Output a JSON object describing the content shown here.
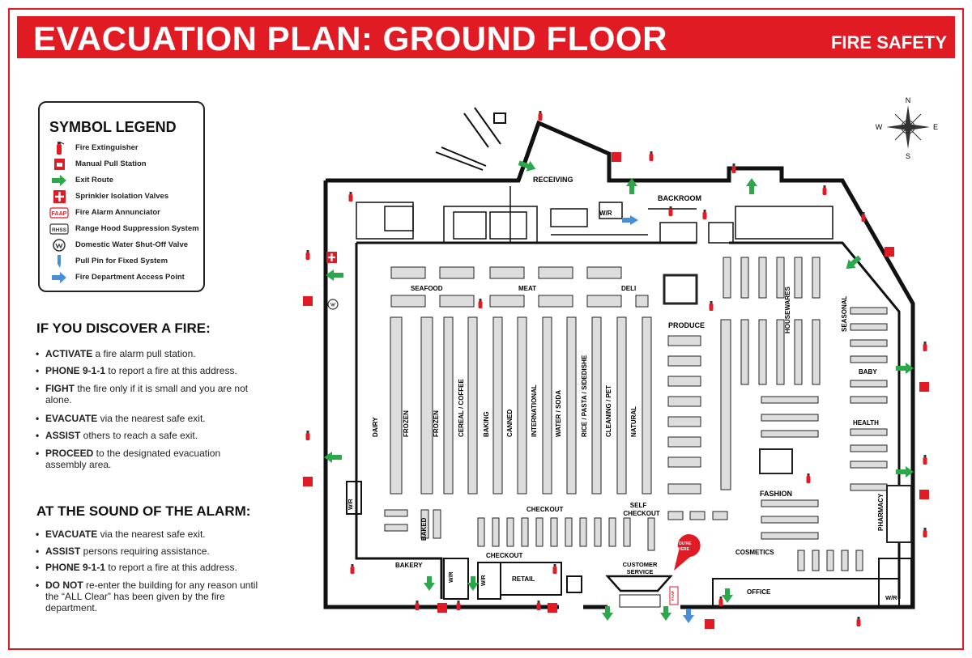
{
  "header": {
    "title": "EVACUATION PLAN: GROUND FLOOR",
    "subtitle": "FIRE SAFETY"
  },
  "legend": {
    "title": "SYMBOL LEGEND",
    "items": [
      {
        "label": "Fire Extinguisher",
        "icon": "fire-extinguisher-icon"
      },
      {
        "label": "Manual Pull Station",
        "icon": "pull-station-icon"
      },
      {
        "label": "Exit Route",
        "icon": "exit-route-arrow-icon"
      },
      {
        "label": "Sprinkler Isolation Valves",
        "icon": "sprinkler-valve-icon"
      },
      {
        "label": "Fire Alarm Annunciator",
        "icon": "faap-icon",
        "code": "FAAP"
      },
      {
        "label": "Range Hood Suppression System",
        "icon": "rhss-icon",
        "code": "RHSS"
      },
      {
        "label": "Domestic Water Shut-Off Valve",
        "icon": "water-valve-icon"
      },
      {
        "label": "Pull Pin for Fixed System",
        "icon": "pull-pin-icon"
      },
      {
        "label": "Fire Department Access Point",
        "icon": "fd-access-arrow-icon"
      }
    ]
  },
  "discover": {
    "title": "IF YOU DISCOVER A FIRE:",
    "bullets": [
      {
        "bold": "ACTIVATE",
        "text": " a fire alarm pull station."
      },
      {
        "bold": "PHONE 9-1-1",
        "text": " to report a fire at this address."
      },
      {
        "bold": "FIGHT",
        "text": " the fire only if it is small and you are not alone."
      },
      {
        "bold": "EVACUATE",
        "text": " via the nearest safe exit."
      },
      {
        "bold": "ASSIST",
        "text": " others to reach a safe exit."
      },
      {
        "bold": "PROCEED",
        "text": " to the designated evacuation assembly area."
      }
    ]
  },
  "alarm": {
    "title": "AT THE SOUND OF THE ALARM:",
    "bullets": [
      {
        "bold": "EVACUATE",
        "text": " via the nearest safe exit."
      },
      {
        "bold": "ASSIST",
        "text": " persons requiring assistance."
      },
      {
        "bold": "PHONE 9-1-1",
        "text": " to report a fire at this address."
      },
      {
        "bold": "DO NOT",
        "text": " re-enter the building for any reason until the “ALL Clear” has been given by the fire department."
      }
    ]
  },
  "compass": {
    "n": "N",
    "s": "S",
    "e": "E",
    "w": "W"
  },
  "plan": {
    "receiving": "RECEIVING",
    "backroom": "BACKROOM",
    "wr": "W/R",
    "seafood": "SEAFOOD",
    "meat": "MEAT",
    "deli": "DELI",
    "produce": "PRODUCE",
    "housewares": "HOUSEWARES",
    "seasonal": "SEASONAL",
    "baby": "BABY",
    "health": "HEALTH",
    "fashion": "FASHION",
    "pharmacy": "PHARMACY",
    "cosmetics": "COSMETICS",
    "office": "OFFICE",
    "customer_service": [
      "CUSTOMER",
      "SERVICE"
    ],
    "self_checkout": [
      "SELF",
      "CHECKOUT"
    ],
    "checkout": "CHECKOUT",
    "retail": "RETAIL",
    "bakery": "BAKERY",
    "baked": "BAKED",
    "youre_here": [
      "YOU'RE",
      "HERE"
    ],
    "faap": "FAAP",
    "aisles": [
      "DAIRY",
      "FROZEN",
      "FROZEN",
      "CEREAL / COFFEE",
      "BAKING",
      "CANNED",
      "INTERNATIONAL",
      "WATER / SODA",
      "RICE / PASTA / SIDEDISHE",
      "CLEANING / PET",
      "NATURAL"
    ]
  },
  "colors": {
    "red": "#e01b24",
    "green": "#2aa84a",
    "blue": "#4a8fd6",
    "wall": "#111111"
  }
}
